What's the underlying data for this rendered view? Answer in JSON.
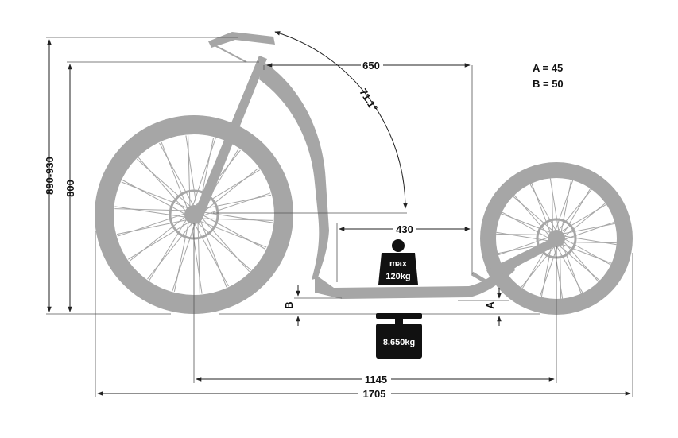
{
  "dimensions": {
    "handlebar_height": "890-930",
    "frame_height": "800",
    "reach": "650",
    "head_angle": "71.1°",
    "deck_length": "430",
    "wheelbase": "1145",
    "overall_length": "1705",
    "a_label": "A",
    "b_label": "B"
  },
  "legend": {
    "a": "A = 45",
    "b": "B = 50"
  },
  "load": {
    "line1": "max",
    "line2": "120kg"
  },
  "weight": {
    "value": "8.650kg"
  }
}
